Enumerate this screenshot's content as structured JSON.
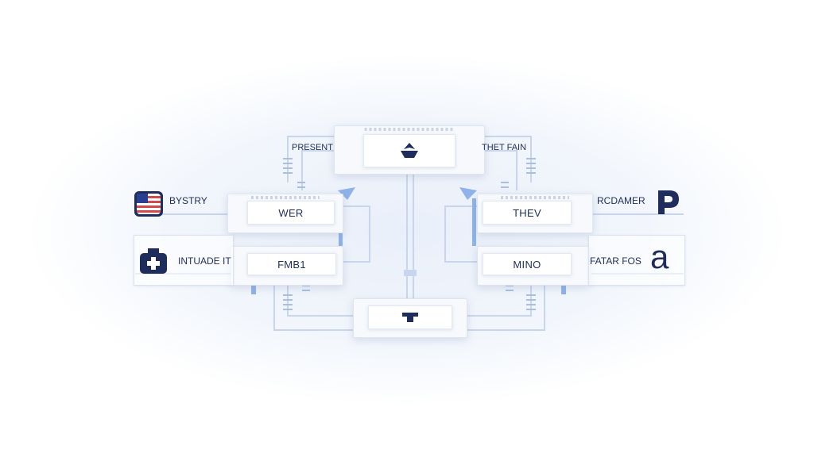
{
  "top_left_label": "PRESENT",
  "top_right_label": "THET FAIN",
  "left": {
    "row1_label": "BYSTRY",
    "row2_label": "INTUADE IT",
    "card1": "WER",
    "card2": "FMB1"
  },
  "right": {
    "row1_label": "RCDAMER",
    "row2_label": "FATAR FOS",
    "card1": "THEV",
    "card2": "MINO",
    "letter_a": "a"
  },
  "icons": {
    "top": "ship-icon",
    "bottom": "dispenser-icon",
    "left_row1": "us-flag-icon",
    "left_row2": "medical-bag-icon",
    "right_row1": "p-logo-icon"
  },
  "colors": {
    "navy": "#1f2d5c",
    "accent": "#8fb2ea",
    "wire": "#c7d6ee"
  }
}
